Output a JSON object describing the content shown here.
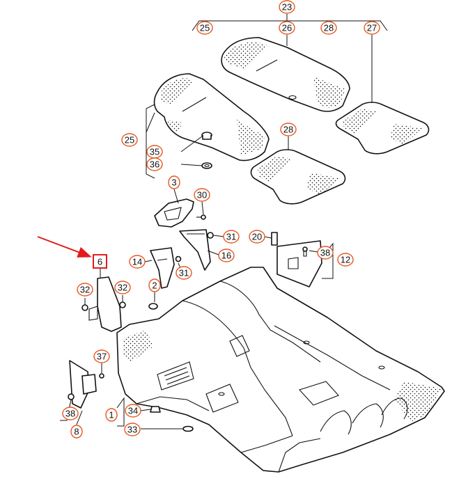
{
  "colors": {
    "callout_outline": "#e8561f",
    "highlight_box": "#e41b1b",
    "arrow": "#e41b1b",
    "line_art": "#111111"
  },
  "labels": {
    "p23": "23",
    "p25_top": "25",
    "p26": "26",
    "p28_top": "28",
    "p27": "27",
    "p25_left": "25",
    "p35": "35",
    "p36": "36",
    "p28_mid": "28",
    "p3": "3",
    "p30": "30",
    "p31_upper": "31",
    "p20": "20",
    "p38_right": "38",
    "p12": "12",
    "p16": "16",
    "p14": "14",
    "p31_lower": "31",
    "p6": "6",
    "p32_left": "32",
    "p32_right": "32",
    "p2": "2",
    "p37": "37",
    "p38_left": "38",
    "p8": "8",
    "p1": "1",
    "p34": "34",
    "p33": "33"
  },
  "highlight": {
    "part": "6"
  }
}
